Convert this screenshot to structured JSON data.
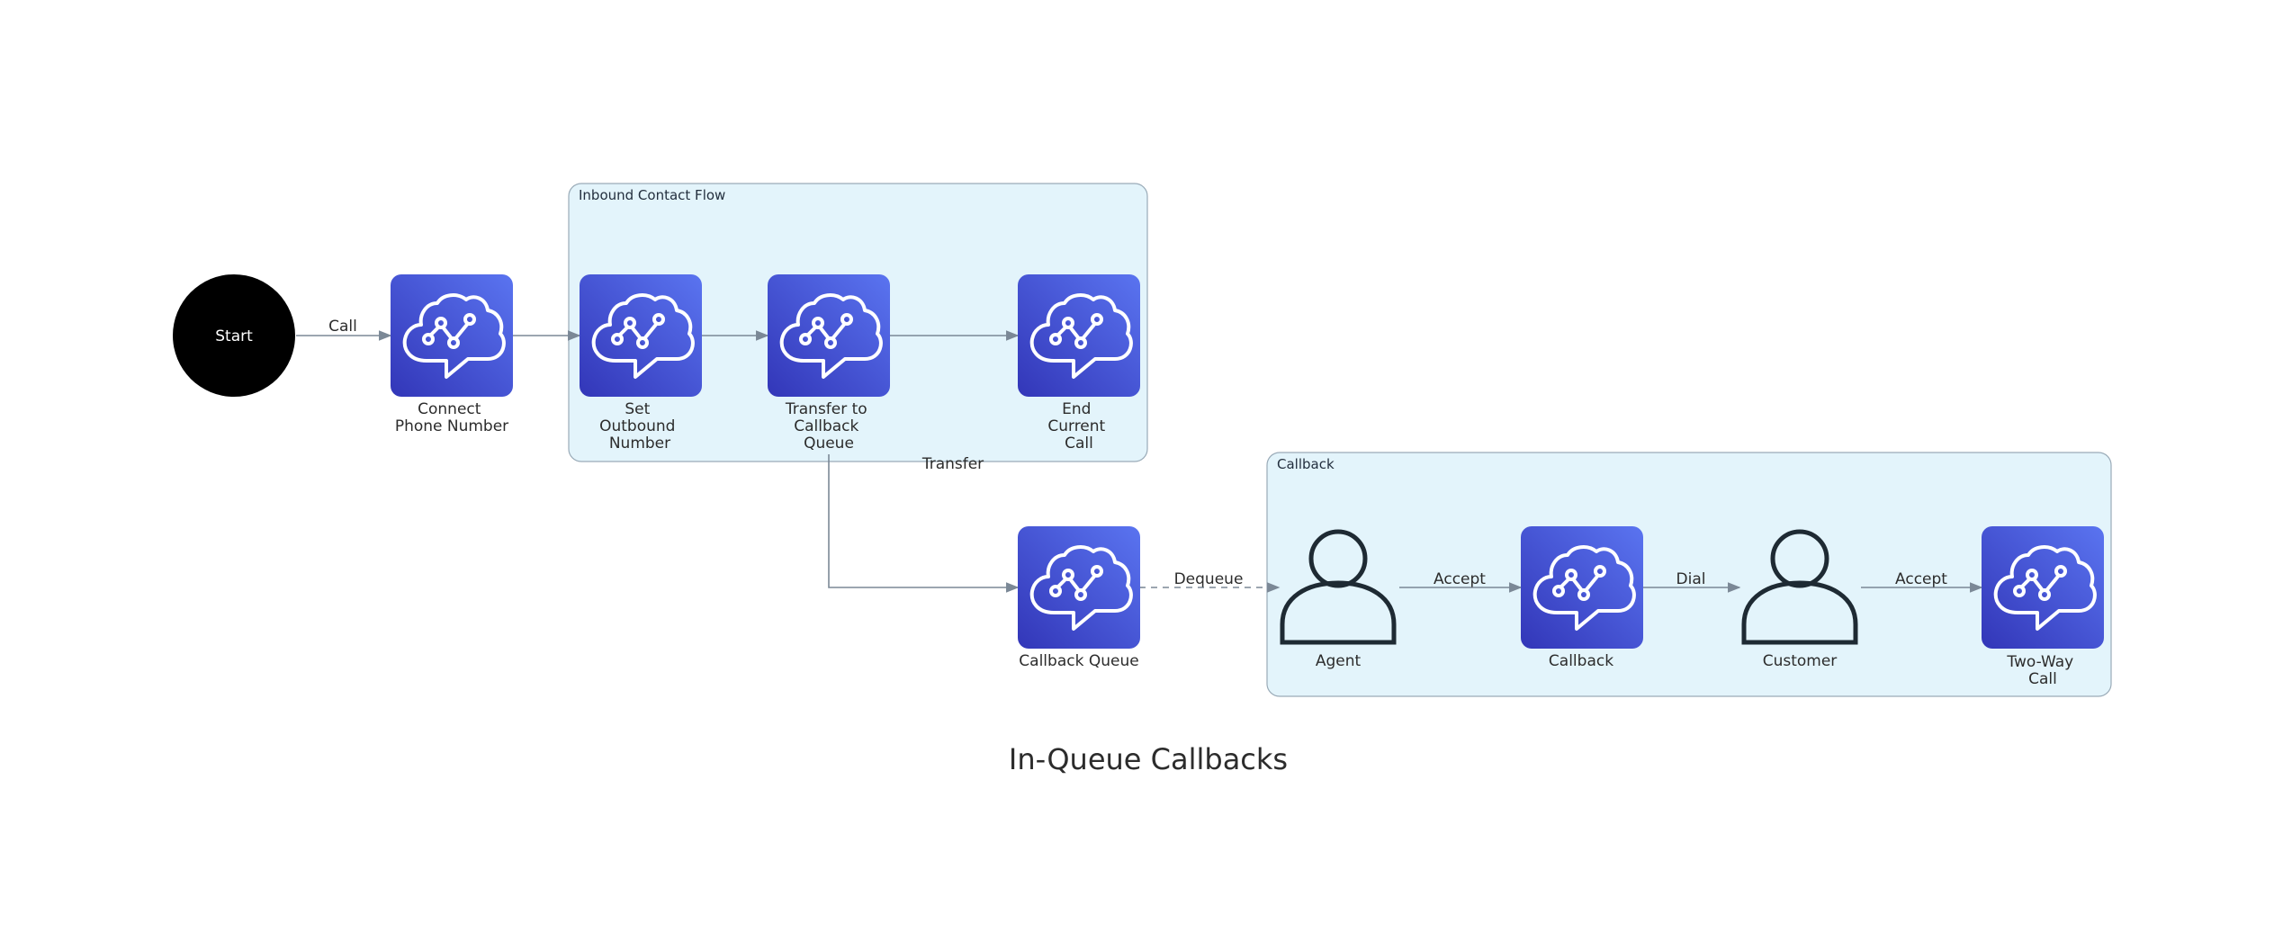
{
  "title": "In-Queue Callbacks",
  "clusters": {
    "inbound": {
      "label": "Inbound Contact Flow"
    },
    "callback": {
      "label": "Callback"
    }
  },
  "nodes": {
    "start": {
      "label": "Start"
    },
    "connect": {
      "label_lines": [
        "Connect",
        "Phone Number"
      ],
      "icon": "amazon-connect-icon"
    },
    "set_outbound": {
      "label_lines": [
        "Set",
        "Outbound",
        "Number"
      ],
      "icon": "amazon-connect-icon"
    },
    "transfer": {
      "label_lines": [
        "Transfer to",
        "Callback",
        "Queue"
      ],
      "icon": "amazon-connect-icon"
    },
    "end_call": {
      "label_lines": [
        "End",
        "Current",
        "Call"
      ],
      "icon": "amazon-connect-icon"
    },
    "callback_queue": {
      "label_lines": [
        "Callback Queue"
      ],
      "icon": "amazon-connect-icon"
    },
    "agent": {
      "label_lines": [
        "Agent"
      ],
      "icon": "user-icon"
    },
    "callback": {
      "label_lines": [
        "Callback"
      ],
      "icon": "amazon-connect-icon"
    },
    "customer": {
      "label_lines": [
        "Customer"
      ],
      "icon": "user-icon"
    },
    "two_way": {
      "label_lines": [
        "Two-Way",
        "Call"
      ],
      "icon": "amazon-connect-icon"
    }
  },
  "edges": {
    "call": {
      "label": "Call"
    },
    "transfer": {
      "label": "Transfer"
    },
    "dequeue": {
      "label": "Dequeue"
    },
    "accept_1": {
      "label": "Accept"
    },
    "dial": {
      "label": "Dial"
    },
    "accept_2": {
      "label": "Accept"
    }
  },
  "colors": {
    "icon_gradient_top": "#5a74f0",
    "icon_gradient_bottom": "#3236b8",
    "cluster_fill": "#e3f4fb",
    "edge": "#7b8896",
    "start_fill": "#000000"
  }
}
